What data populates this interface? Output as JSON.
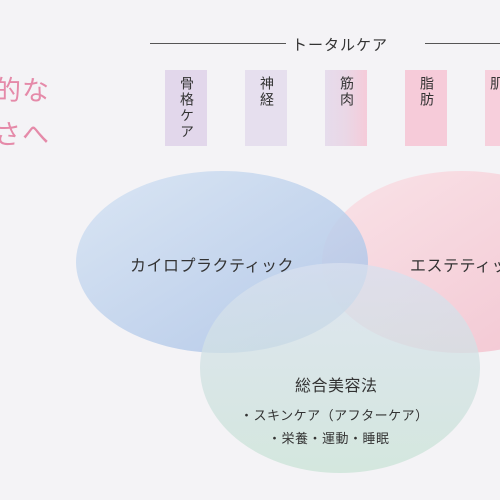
{
  "left_title": {
    "line1": "的な",
    "line2": "さへ"
  },
  "total_care": {
    "label": "トータルケア"
  },
  "care_items": [
    {
      "label": "骨格ケア",
      "color": "#e2d7eb"
    },
    {
      "label": "神経",
      "color": "#e6dfee"
    },
    {
      "label": "筋肉",
      "color": "#ebdbe8"
    },
    {
      "label": "脂肪",
      "color": "#f6cbd9"
    },
    {
      "label": "肌",
      "color": "#f7cfdc"
    }
  ],
  "venn": {
    "chiro": {
      "label": "カイロプラクティック",
      "color": "#bcd1ec"
    },
    "esthe": {
      "label": "エステティック",
      "color": "#f6cfd8"
    },
    "combined": {
      "label": "総合美容法",
      "color": "#cfe4da",
      "details": [
        "・スキンケア（アフターケア）",
        "・栄養・運動・睡眠"
      ]
    }
  }
}
